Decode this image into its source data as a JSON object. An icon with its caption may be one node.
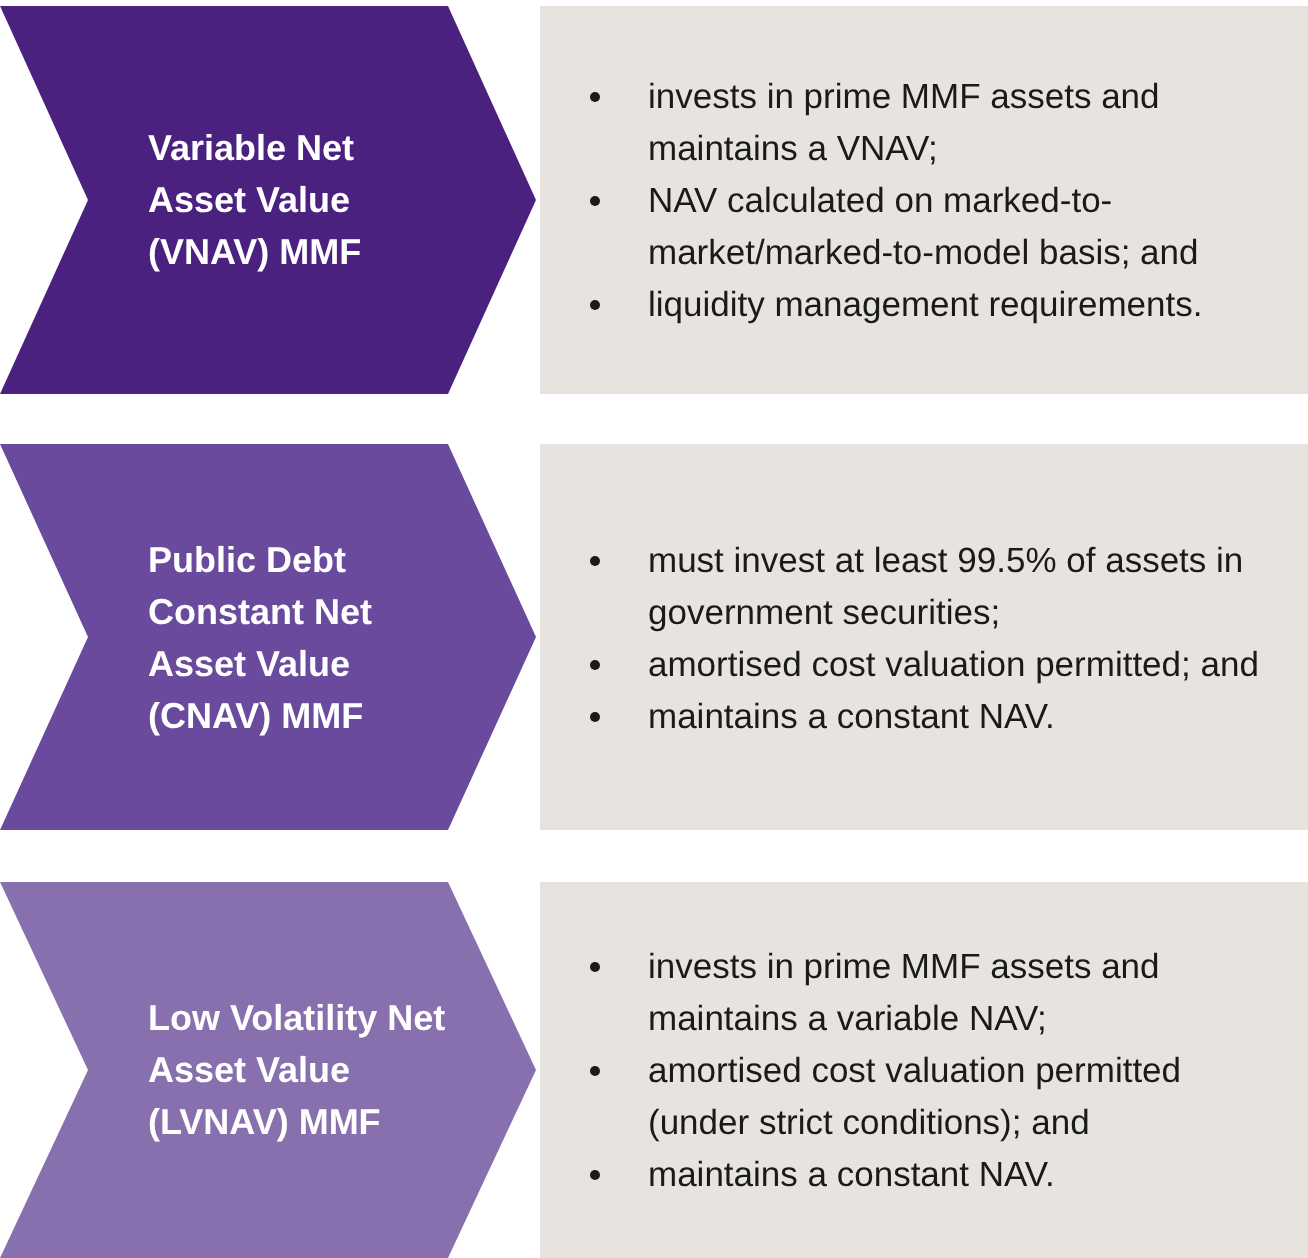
{
  "diagram": {
    "nodes": [
      {
        "text": [
          "Variable Net Asset Value (VNAV) MMF"
        ]
      },
      {
        "text": [
          "invests in prime MMF assets and maintains a VNAV;",
          "NAV calculated on marked-to-market/marked-to-model basis; and",
          "liquidity management requirements."
        ]
      },
      {
        "text": [
          "Public Debt Constant Net Asset Value (CNAV) MMF"
        ]
      },
      {
        "text": [
          "must invest at least 99.5% of assets in government securities;",
          "amortised cost valuation permitted; and",
          "maintains a constant NAV."
        ]
      },
      {
        "text": [
          "Low Volatility Net Asset Value (LVNAV) MMF"
        ]
      },
      {
        "text": [
          "invests in prime MMF assets and maintains a variable NAV;",
          "amortised cost valuation permitted (under strict conditions); and",
          "maintains a constant NAV."
        ]
      }
    ]
  }
}
